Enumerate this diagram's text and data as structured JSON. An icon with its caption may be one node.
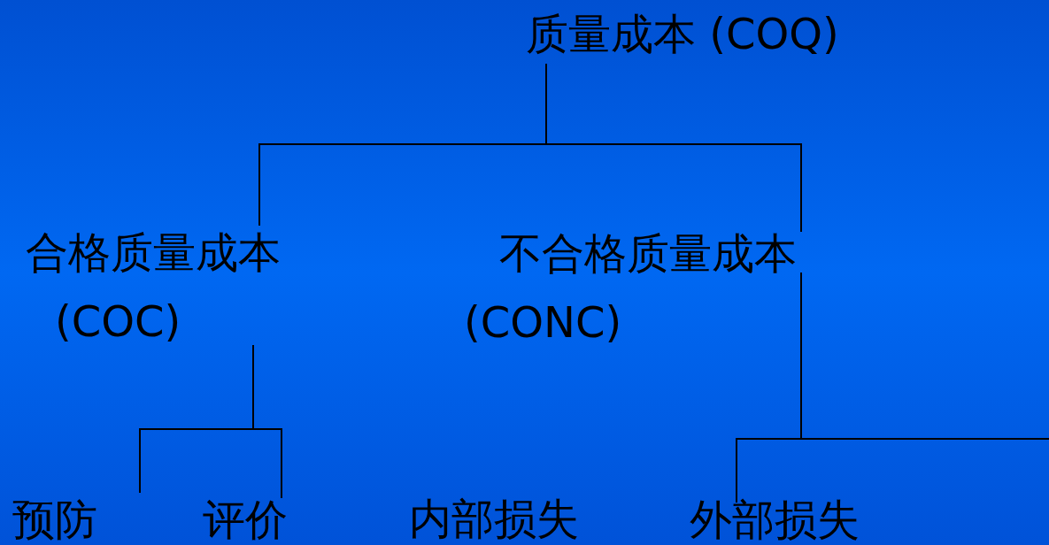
{
  "diagram": {
    "nodes": [
      {
        "text": [
          "质量成本 (COQ)"
        ]
      },
      {
        "text": [
          "合格质量成本",
          "(COC)"
        ]
      },
      {
        "text": [
          "不合格质量成本",
          "(CONC)"
        ]
      },
      {
        "text": [
          "预防"
        ]
      },
      {
        "text": [
          "评价"
        ]
      },
      {
        "text": [
          "外部损失"
        ]
      }
    ],
    "edges": [
      {
        "from": 0,
        "to": 1,
        "arrow": "none"
      },
      {
        "from": 0,
        "to": 2,
        "arrow": "none"
      },
      {
        "from": 1,
        "to": 3,
        "arrow": "none"
      },
      {
        "from": 1,
        "to": 4,
        "arrow": "none"
      },
      {
        "from": 2,
        "to": 5,
        "arrow": "none"
      },
      {
        "from": 2,
        "to": null,
        "arrow": "none"
      }
    ],
    "labels": [
      "内部损失"
    ]
  }
}
